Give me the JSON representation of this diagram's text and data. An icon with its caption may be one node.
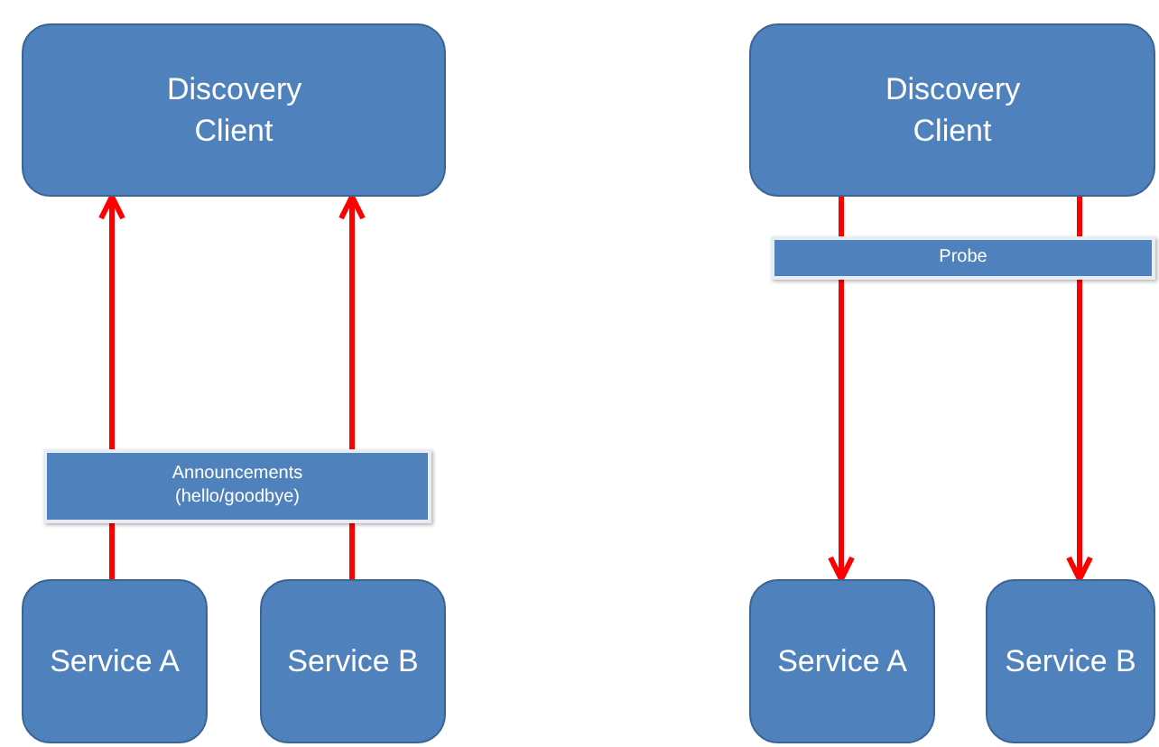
{
  "diagram": {
    "nodes": [
      {
        "text": [
          "Discovery Client"
        ]
      },
      {
        "text": [
          "Announcements (hello/goodbye)"
        ]
      },
      {
        "text": [
          "Service A"
        ]
      },
      {
        "text": [
          "Service B"
        ]
      },
      {
        "text": [
          "Discovery Client"
        ]
      },
      {
        "text": [
          "Probe"
        ]
      },
      {
        "text": [
          "Service A"
        ]
      },
      {
        "text": [
          "Service B"
        ]
      }
    ],
    "edges": [
      {
        "from": 2,
        "to": 1,
        "arrow": "none",
        "color": "#ff0000"
      },
      {
        "from": 1,
        "to": 0,
        "arrow": "to",
        "color": "#ff0000"
      },
      {
        "from": 3,
        "to": 1,
        "arrow": "none",
        "color": "#ff0000"
      },
      {
        "from": 1,
        "to": 0,
        "arrow": "to",
        "color": "#ff0000"
      },
      {
        "from": 4,
        "to": 5,
        "arrow": "none",
        "color": "#ff0000"
      },
      {
        "from": 5,
        "to": 6,
        "arrow": "to",
        "color": "#ff0000"
      },
      {
        "from": 4,
        "to": 5,
        "arrow": "none",
        "color": "#ff0000"
      },
      {
        "from": 5,
        "to": 7,
        "arrow": "to",
        "color": "#ff0000"
      }
    ]
  }
}
